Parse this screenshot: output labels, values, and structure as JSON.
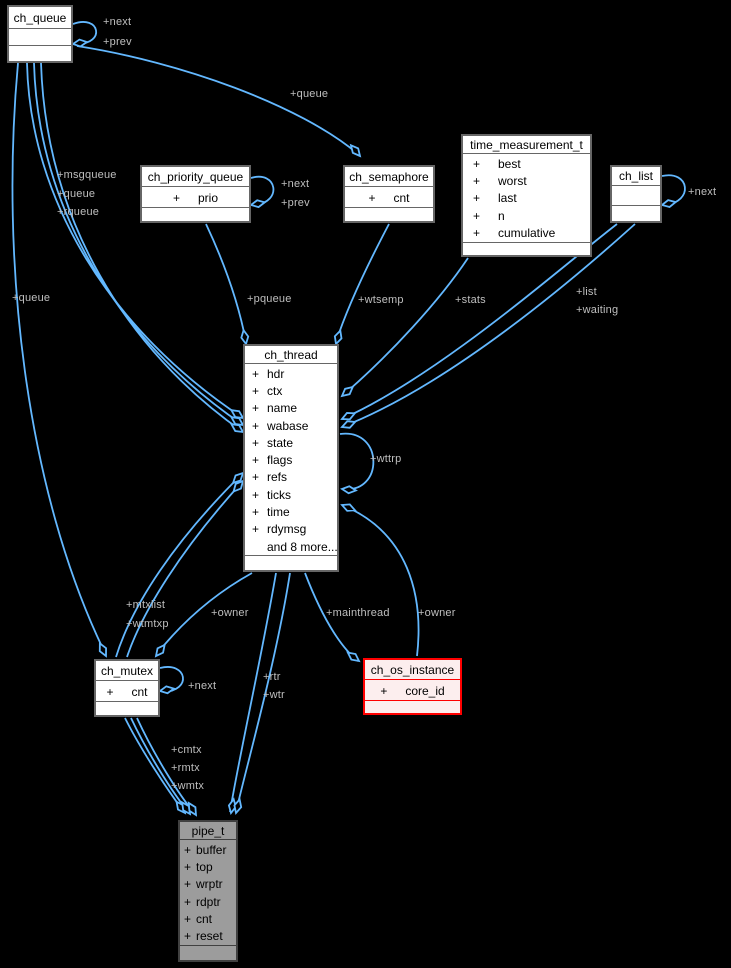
{
  "diagram": {
    "background_color": "#000000",
    "edge_color": "#63b8ff",
    "label_color": "#bfbfbf",
    "member_prefix": "+",
    "colors": {
      "box_bg": "#ffffff",
      "box_border": "#666666",
      "box_text": "#000000",
      "highlight_border": "#ff0000",
      "highlight_bg": "#fceeee",
      "gray_bg": "#9c9c9c",
      "gray_border": "#404040"
    },
    "classes": [
      {
        "id": "ch_queue",
        "title": "ch_queue",
        "members": [],
        "style": "normal"
      },
      {
        "id": "ch_priority_queue",
        "title": "ch_priority_queue",
        "members": [
          "prio"
        ],
        "style": "normal"
      },
      {
        "id": "ch_semaphore",
        "title": "ch_semaphore",
        "members": [
          "cnt"
        ],
        "style": "normal"
      },
      {
        "id": "time_measurement_t",
        "title": "time_measurement_t",
        "members": [
          "best",
          "worst",
          "last",
          "n",
          "cumulative"
        ],
        "style": "normal"
      },
      {
        "id": "ch_list",
        "title": "ch_list",
        "members": [],
        "style": "normal"
      },
      {
        "id": "ch_thread",
        "title": "ch_thread",
        "members": [
          "hdr",
          "ctx",
          "name",
          "wabase",
          "state",
          "flags",
          "refs",
          "ticks",
          "time",
          "rdymsg"
        ],
        "more_label": "and 8 more...",
        "style": "normal"
      },
      {
        "id": "ch_mutex",
        "title": "ch_mutex",
        "members": [
          "cnt"
        ],
        "style": "normal"
      },
      {
        "id": "ch_os_instance",
        "title": "ch_os_instance",
        "members": [
          "core_id"
        ],
        "style": "highlighted"
      },
      {
        "id": "pipe_t",
        "title": "pipe_t",
        "members": [
          "buffer",
          "top",
          "wrptr",
          "rdptr",
          "cnt",
          "reset"
        ],
        "style": "gray"
      }
    ],
    "edge_labels": [
      {
        "text": "+next"
      },
      {
        "text": "+prev"
      },
      {
        "text": "+queue"
      },
      {
        "text": "+msgqueue"
      },
      {
        "text": "+queue"
      },
      {
        "text": "+rqueue"
      },
      {
        "text": "+next"
      },
      {
        "text": "+prev"
      },
      {
        "text": "+next"
      },
      {
        "text": "+pqueue"
      },
      {
        "text": "+wtsemp"
      },
      {
        "text": "+stats"
      },
      {
        "text": "+list"
      },
      {
        "text": "+waiting"
      },
      {
        "text": "+queue"
      },
      {
        "text": "+wttrp"
      },
      {
        "text": "+mtxlist"
      },
      {
        "text": "+wtmtxp"
      },
      {
        "text": "+owner"
      },
      {
        "text": "+mainthread"
      },
      {
        "text": "+owner"
      },
      {
        "text": "+next"
      },
      {
        "text": "+rtr"
      },
      {
        "text": "+wtr"
      },
      {
        "text": "+cmtx"
      },
      {
        "text": "+rmtx"
      },
      {
        "text": "+wmtx"
      }
    ]
  }
}
